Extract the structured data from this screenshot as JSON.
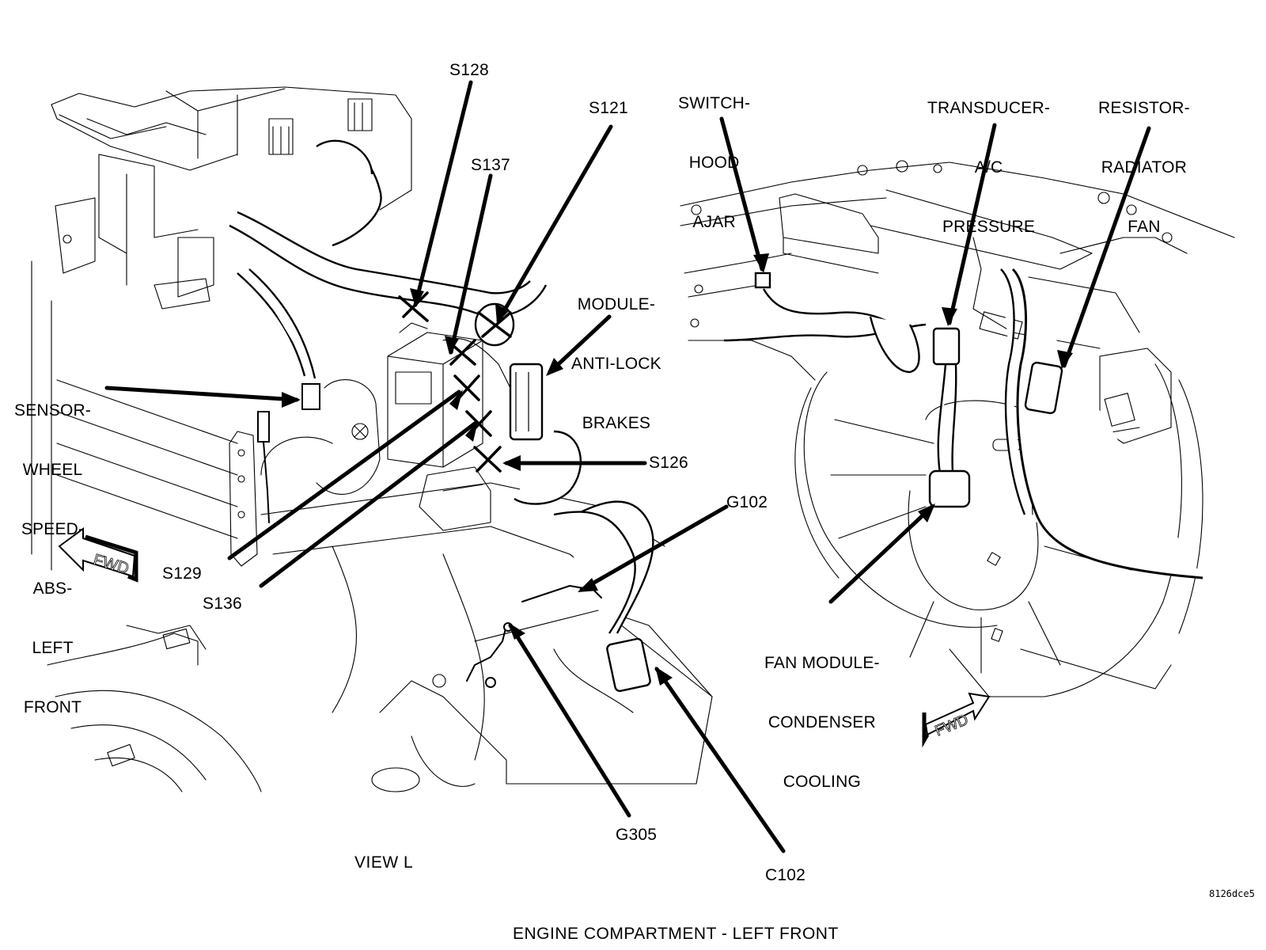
{
  "figure": {
    "title": "ENGINE COMPARTMENT - LEFT FRONT",
    "view_label": "VIEW L",
    "figure_code": "8126dce5"
  },
  "left_view": {
    "direction_marker": {
      "icon": "fwd-arrow-left-icon",
      "text": "FWD"
    },
    "callouts": {
      "s128": "S128",
      "s121": "S121",
      "s137": "S137",
      "abs_module": [
        "MODULE-",
        "ANTI-LOCK",
        "BRAKES"
      ],
      "wheel_sensor": [
        "SENSOR-",
        "WHEEL",
        "SPEED-",
        "ABS-",
        "LEFT",
        "FRONT"
      ],
      "s126": "S126",
      "g102": "G102",
      "s129": "S129",
      "s136": "S136",
      "g305": "G305",
      "c102": "C102"
    }
  },
  "right_view": {
    "direction_marker": {
      "icon": "fwd-arrow-right-icon",
      "text": "FWD"
    },
    "callouts": {
      "hood_switch": [
        "SWITCH-",
        "HOOD",
        "AJAR"
      ],
      "ac_transducer": [
        "TRANSDUCER-",
        "A/C",
        "PRESSURE"
      ],
      "fan_resistor": [
        "RESISTOR-",
        "RADIATOR",
        "FAN"
      ],
      "fan_module": [
        "FAN MODULE-",
        "CONDENSER",
        "COOLING"
      ]
    }
  }
}
